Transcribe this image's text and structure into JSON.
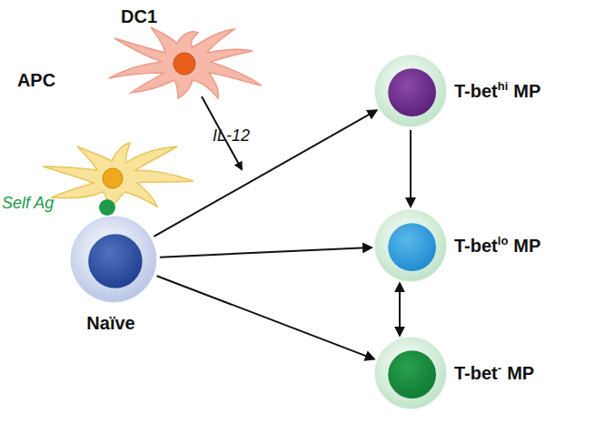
{
  "diagram": {
    "nodes": [
      {
        "text": [
          "DC1"
        ]
      },
      {
        "text": [
          "APC"
        ]
      },
      {
        "text": [
          "Naïve"
        ]
      },
      {
        "text": [
          "T-bet",
          "hi",
          "MP"
        ]
      },
      {
        "text": [
          "T-bet",
          "lo",
          "MP"
        ]
      },
      {
        "text": [
          "T-bet",
          "-",
          "MP"
        ]
      }
    ],
    "edges": [
      {
        "from": 2,
        "to": 3,
        "arrow": "to"
      },
      {
        "from": 2,
        "to": 4,
        "arrow": "to"
      },
      {
        "from": 2,
        "to": 5,
        "arrow": "to"
      },
      {
        "from": 3,
        "to": 4,
        "arrow": "to"
      },
      {
        "from": 4,
        "to": 5,
        "arrow": "to"
      },
      {
        "from": 5,
        "to": 4,
        "arrow": "to"
      }
    ],
    "labels": [
      "IL-12",
      "Self Ag"
    ]
  }
}
